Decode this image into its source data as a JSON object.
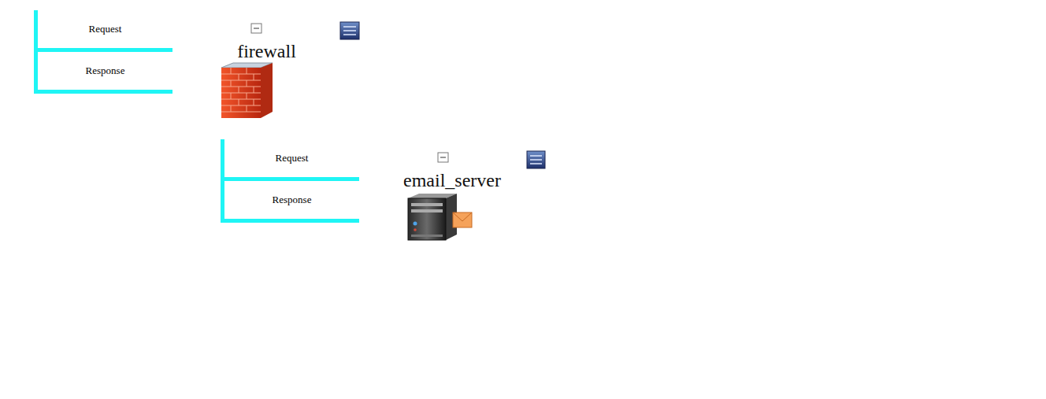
{
  "diagram": {
    "nodes": [
      {
        "text": [
          "Request"
        ]
      },
      {
        "text": [
          "Response"
        ]
      },
      {
        "text": [
          "firewall"
        ]
      },
      {
        "text": [
          "Request"
        ]
      },
      {
        "text": [
          "Response"
        ]
      },
      {
        "text": [
          "email_server"
        ]
      }
    ]
  }
}
